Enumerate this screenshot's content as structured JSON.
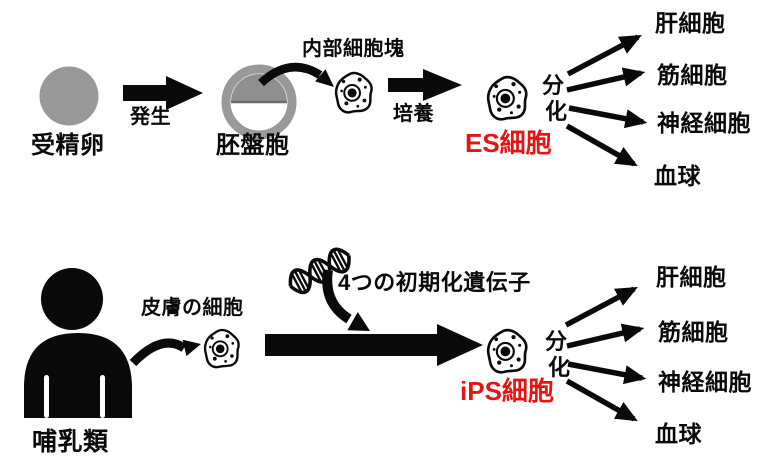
{
  "title": "ES cell and iPS cell derivation diagram",
  "colors": {
    "arrow_black": "#0a0a0a",
    "egg_gray": "#999999",
    "inner_cell_mass_gray": "#8f8f8f",
    "highlight_red": "#e81414",
    "background": "#ffffff"
  },
  "icons": {
    "egg": "fertilized-egg-circle",
    "blastocyst": "blastocyst-ring-icon",
    "cell": "cell-blob-icon",
    "person": "person-silhouette-icon",
    "dna": "dna-helix-icon"
  },
  "es_pathway": {
    "fertilized_egg": "受精卵",
    "development": "発生",
    "blastocyst": "胚盤胞",
    "inner_cell_mass": "内部細胞塊",
    "culture": "培養",
    "cell_name": "ES細胞",
    "differentiation_char1": "分",
    "differentiation_char2": "化",
    "outcomes": [
      "肝細胞",
      "筋細胞",
      "神経細胞",
      "血球"
    ]
  },
  "ips_pathway": {
    "mammal": "哺乳類",
    "skin_cell": "皮膚の細胞",
    "reprogramming_genes": "4つの初期化遺伝子",
    "cell_name": "iPS細胞",
    "differentiation_char1": "分",
    "differentiation_char2": "化",
    "outcomes": [
      "肝細胞",
      "筋細胞",
      "神経細胞",
      "血球"
    ]
  }
}
